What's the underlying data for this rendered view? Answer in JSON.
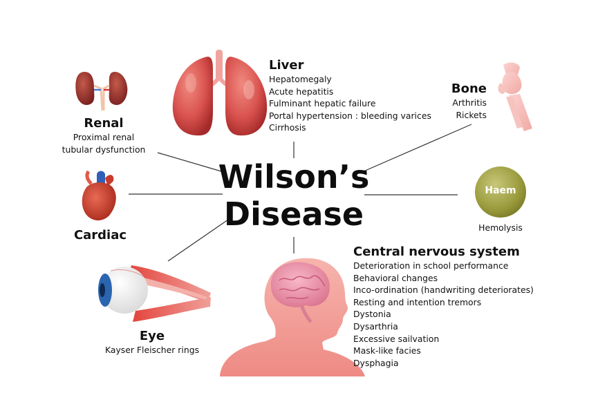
{
  "title": {
    "line1": "Wilson’s",
    "line2": "Disease"
  },
  "liver": {
    "heading": "Liver",
    "items": [
      "Hepatomegaly",
      "Acute hepatitis",
      "Fulminant hepatic failure",
      "Portal hypertension : bleeding varices",
      "Cirrhosis"
    ]
  },
  "bone": {
    "heading": "Bone",
    "items": [
      "Arthritis",
      "Rickets"
    ]
  },
  "renal": {
    "heading": "Renal",
    "items": [
      "Proximal renal",
      "tubular dysfunction"
    ]
  },
  "cardiac": {
    "heading": "Cardiac"
  },
  "haem": {
    "badge": "Haem",
    "caption": "Hemolysis"
  },
  "eye": {
    "heading": "Eye",
    "caption": "Kayser Fleischer rings"
  },
  "cns": {
    "heading": "Central nervous system",
    "items": [
      "Deterioration in school performance",
      "Behavioral changes",
      "Inco-ordination (handwriting deteriorates)",
      "Resting and intention tremors",
      "Dystonia",
      "Dysarthria",
      "Excessive sailvation",
      "Mask-like facies",
      "Dysphagia"
    ]
  },
  "colors": {
    "organ_red": "#d9534f",
    "haem_green": "#9a9a3c",
    "connector": "#333333",
    "skin_pink": "#f29a95"
  },
  "icons": [
    "lungs-icon",
    "kidneys-icon",
    "heart-icon",
    "eye-icon",
    "knee-bone-icon",
    "haem-circle-icon",
    "head-brain-icon"
  ]
}
